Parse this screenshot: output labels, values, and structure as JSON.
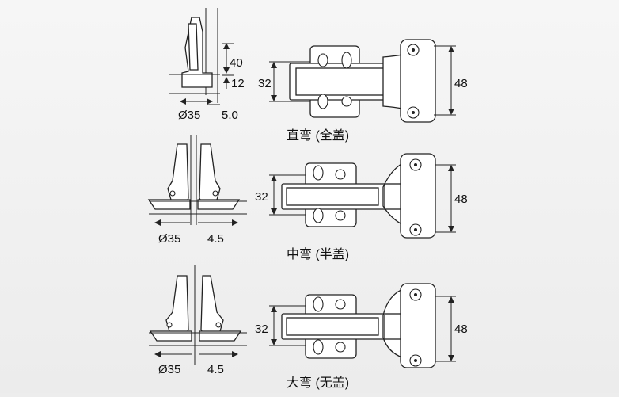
{
  "rows": [
    {
      "caption": "直弯 (全盖)",
      "side": {
        "top_dim": "40",
        "mid_dim": "12",
        "cup_dim": "Ø35",
        "offset_dim": "5.0"
      },
      "plan": {
        "width_dim": "32",
        "plate_dim": "48"
      }
    },
    {
      "caption": "中弯 (半盖)",
      "side": {
        "cup_dim": "Ø35",
        "offset_dim": "4.5"
      },
      "plan": {
        "width_dim": "32",
        "plate_dim": "48"
      }
    },
    {
      "caption": "大弯 (无盖)",
      "side": {
        "cup_dim": "Ø35",
        "offset_dim": "4.5"
      },
      "plan": {
        "width_dim": "32",
        "plate_dim": "48"
      }
    }
  ]
}
